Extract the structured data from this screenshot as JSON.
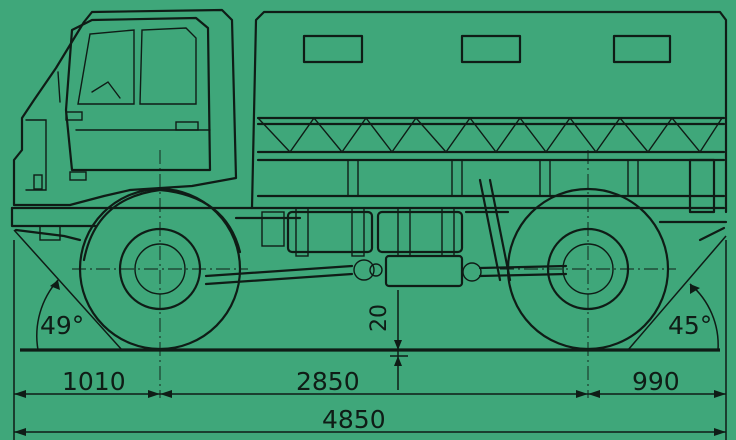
{
  "dimensions": {
    "front_overhang": "1010",
    "wheelbase": "2850",
    "rear_overhang": "990",
    "overall_length": "4850",
    "ground_clearance": "20"
  },
  "angles": {
    "approach": "49°",
    "departure": "45°"
  },
  "colors": {
    "background": "#3fa77a",
    "line": "#0f1c16"
  }
}
